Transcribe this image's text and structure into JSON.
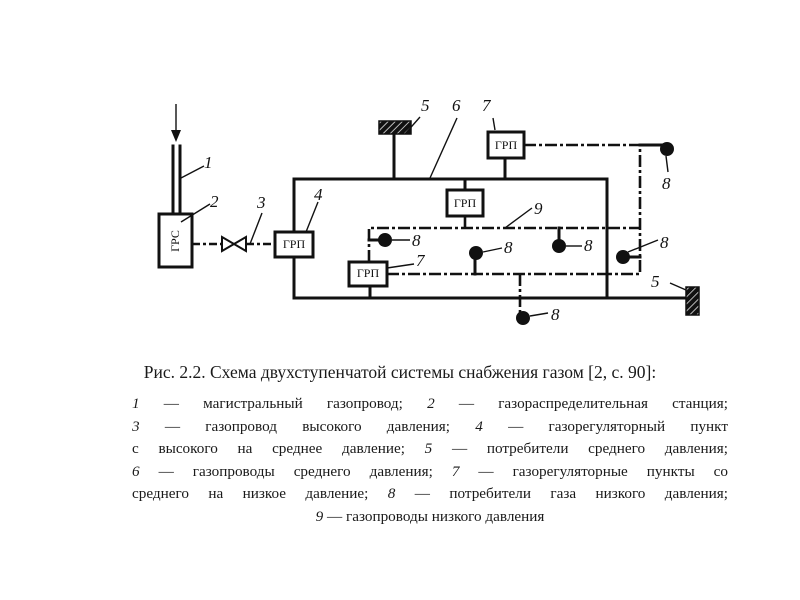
{
  "diagram": {
    "labels": {
      "grs": "ГРС",
      "grp": "ГРП"
    },
    "callouts": [
      "1",
      "2",
      "3",
      "4",
      "5",
      "6",
      "7",
      "8",
      "9"
    ]
  },
  "caption": {
    "title": "Рис. 2.2. Схема двухступенчатой системы снабжения газом [2, с. 90]:"
  },
  "legend": {
    "lines": [
      [
        {
          "n": "1",
          "t": " — магистральный газопровод; "
        },
        {
          "n": "2",
          "t": " — газораспределительная станция;"
        }
      ],
      [
        {
          "n": "3",
          "t": " — газопровод высокого давления; "
        },
        {
          "n": "4",
          "t": " — газорегуляторный пункт"
        }
      ],
      [
        {
          "n": "",
          "t": "с высокого на среднее давление; "
        },
        {
          "n": "5",
          "t": " — потребители среднего давления;"
        }
      ],
      [
        {
          "n": "6",
          "t": " — газопроводы среднего давления; "
        },
        {
          "n": "7",
          "t": " — газорегуляторные пункты со"
        }
      ],
      [
        {
          "n": "",
          "t": "среднего на низкое давление; "
        },
        {
          "n": "8",
          "t": " — потребители газа низкого давления;"
        }
      ],
      [
        {
          "n": "9",
          "t": " — газопроводы низкого давления"
        }
      ]
    ]
  }
}
